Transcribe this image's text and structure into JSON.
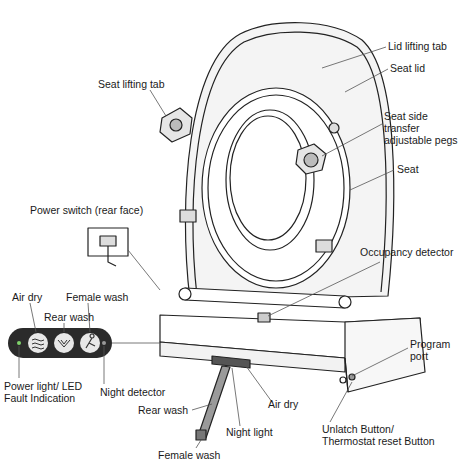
{
  "diagram": {
    "labels": [
      "Lid lifting tab",
      "Seat lid",
      "Seat lifting tab",
      "Seat side transfer adjustable pegs",
      "Seat",
      "Power switch (rear face)",
      "Occupancy detector",
      "Air dry",
      "Female wash",
      "Rear wash",
      "Power light/ LED Fault Indication",
      "Night detector",
      "Program port",
      "Rear wash",
      "Air dry",
      "Night light",
      "Unlatch Button/ Thermostat reset Button",
      "Female wash"
    ]
  }
}
